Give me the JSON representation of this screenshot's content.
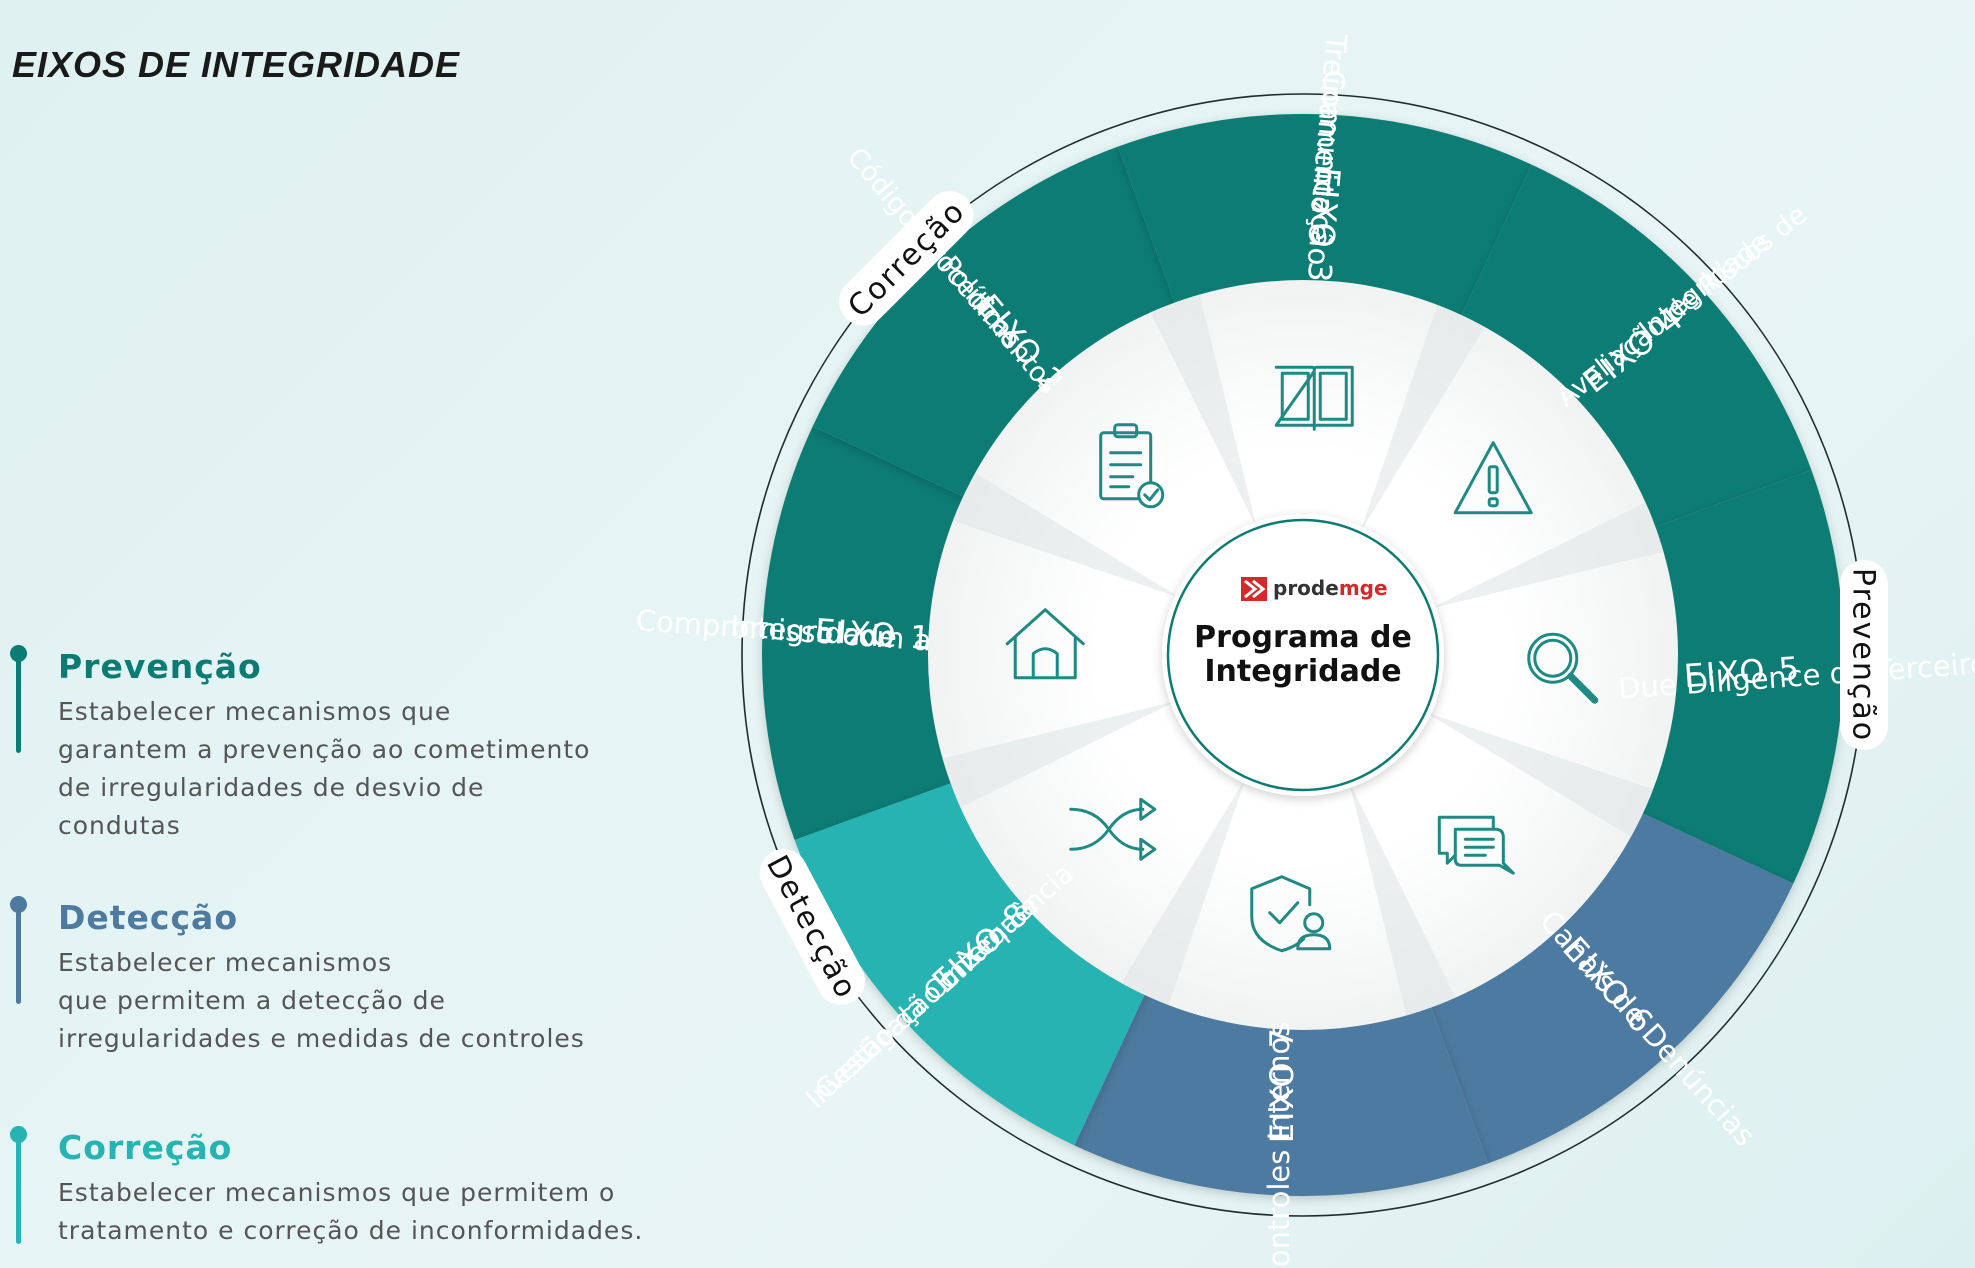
{
  "title": "EIXOS DE INTEGRIDADE",
  "colors": {
    "prevencao": "#0b7b74",
    "deteccao": "#4e7aa0",
    "correcao": "#26b3b1",
    "icon": "#1f8a84"
  },
  "legend": [
    {
      "title": "Prevenção",
      "lines": [
        "Estabelecer mecanismos que",
        "garantem a prevenção ao cometimento",
        "de irregularidades de desvio de",
        "condutas"
      ]
    },
    {
      "title": "Detecção",
      "lines": [
        "Estabelecer mecanismos",
        "que permitem a detecção de",
        "irregularidades e medidas de controles"
      ]
    },
    {
      "title": "Correção",
      "lines": [
        "Estabelecer mecanismos que permitem o",
        "tratamento e correção de inconformidades."
      ]
    }
  ],
  "center": {
    "logo_prefix": "prode",
    "logo_suffix": "mge",
    "line1": "Programa de",
    "line2": "Integridade"
  },
  "ring_labels": {
    "prevencao": "Prevenção",
    "deteccao": "Detecção",
    "correcao": "Correção"
  },
  "axes": [
    {
      "eixo": "EIXO 1",
      "name_lines": [
        "Compromisso com a",
        "Integridade"
      ],
      "group": "prevencao",
      "icon": "home-icon"
    },
    {
      "eixo": "EIXO 2",
      "name_lines": [
        "Código, Procedimentos",
        "e Políticas"
      ],
      "group": "prevencao",
      "icon": "clipboard-check-icon"
    },
    {
      "eixo": "EIXO 3",
      "name_lines": [
        "Treinamento e",
        "Comunicação"
      ],
      "group": "prevencao",
      "icon": "book-icon"
    },
    {
      "eixo": "EIXO 4",
      "name_lines": [
        "Avaliação de Riscos de",
        "Integridade"
      ],
      "group": "prevencao",
      "icon": "warning-icon"
    },
    {
      "eixo": "EIXO 5",
      "name_lines": [
        "Due Diligence de Terceiros"
      ],
      "group": "prevencao",
      "icon": "magnifier-icon"
    },
    {
      "eixo": "EIXO 6",
      "name_lines": [
        "Canais de Denúncias"
      ],
      "group": "deteccao",
      "icon": "chat-icon"
    },
    {
      "eixo": "EIXO 7",
      "name_lines": [
        "Controles Internos"
      ],
      "group": "deteccao",
      "icon": "shield-user-icon"
    },
    {
      "eixo": "EIXO 8",
      "name_lines": [
        "Investigação Interna e",
        "Gestão da Consequência"
      ],
      "group": "correcao",
      "icon": "shuffle-icon"
    }
  ]
}
